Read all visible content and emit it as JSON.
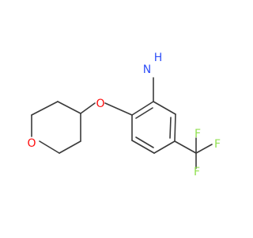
{
  "molecule": {
    "atoms": {
      "amine_n": "N",
      "amine_h": "H",
      "ether_o": "O",
      "ring_o": "O",
      "fluorine_1": "F",
      "fluorine_2": "F",
      "fluorine_3": "F"
    },
    "colors": {
      "bond": "#3a3a3a",
      "nitrogen": "#3050f8",
      "oxygen": "#ff0d0d",
      "fluorine": "#90e050"
    }
  }
}
